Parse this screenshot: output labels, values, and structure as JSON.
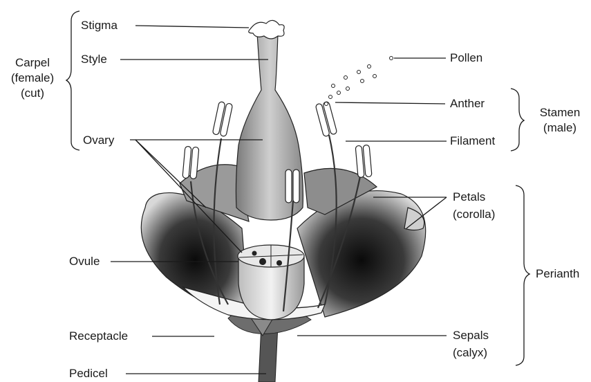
{
  "labels": {
    "stigma": "Stigma",
    "style": "Style",
    "ovary": "Ovary",
    "ovule": "Ovule",
    "receptacle": "Receptacle",
    "pedicel": "Pedicel",
    "pollen": "Pollen",
    "anther": "Anther",
    "filament": "Filament",
    "petals": "Petals",
    "petals_sub": "(corolla)",
    "sepals": "Sepals",
    "sepals_sub": "(calyx)"
  },
  "groups": {
    "carpel": [
      "Carpel",
      "(female)",
      "(cut)"
    ],
    "stamen": [
      "Stamen",
      "(male)"
    ],
    "perianth": "Perianth"
  }
}
